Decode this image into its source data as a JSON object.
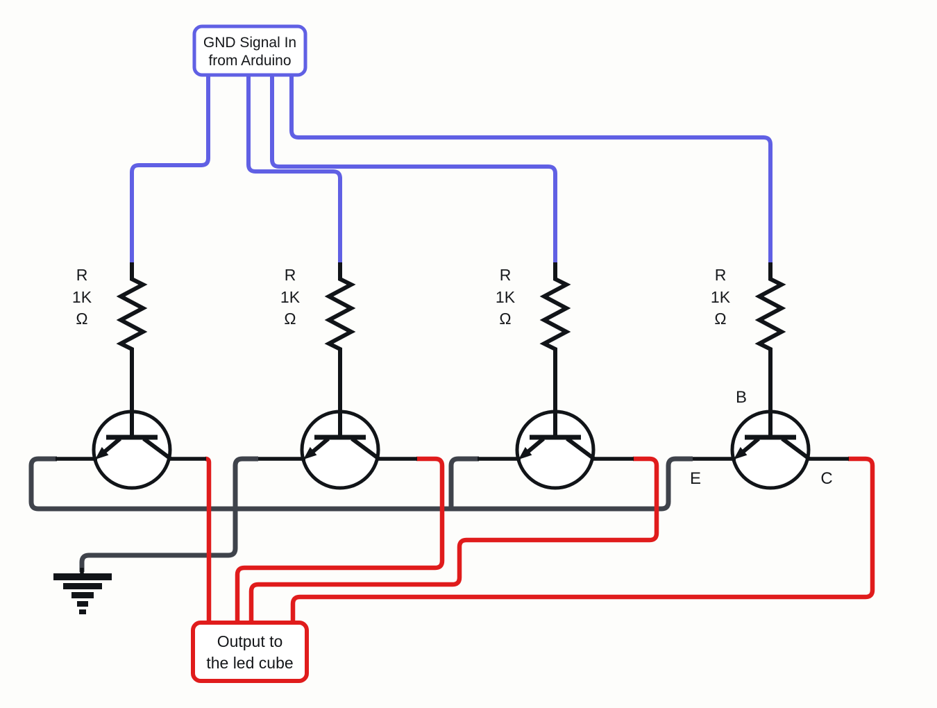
{
  "input_box": {
    "line1": "GND Signal In",
    "line2": "from Arduino"
  },
  "output_box": {
    "line1": "Output to",
    "line2": "the led cube"
  },
  "resistors": [
    {
      "ref": "R",
      "value": "1K",
      "unit": "Ω"
    },
    {
      "ref": "R",
      "value": "1K",
      "unit": "Ω"
    },
    {
      "ref": "R",
      "value": "1K",
      "unit": "Ω"
    },
    {
      "ref": "R",
      "value": "1K",
      "unit": "Ω"
    }
  ],
  "transistor_pins": {
    "base": "B",
    "emitter": "E",
    "collector": "C"
  },
  "colors": {
    "signal_wire": "#6060E4",
    "output_wire": "#E01C1C",
    "ground_wire": "#3F434B",
    "component": "#111418",
    "background": "#FDFDFB"
  }
}
